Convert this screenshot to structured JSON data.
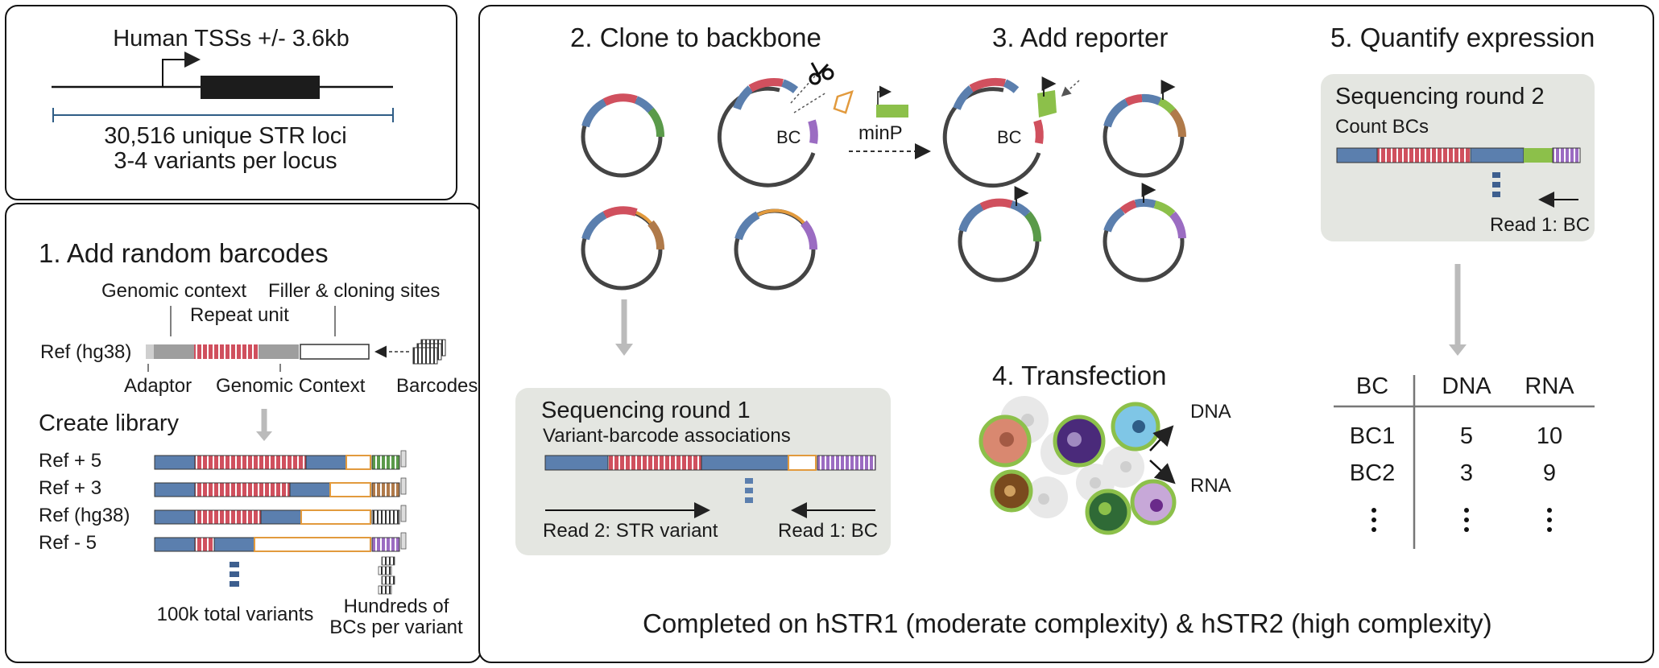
{
  "box_top": {
    "title": "Human TSSs +/- 3.6kb",
    "line1": "30,516 unique STR loci",
    "line2": "3-4 variants per locus"
  },
  "step1": {
    "title": "1. Add random barcodes",
    "genomic_context": "Genomic context",
    "filler": "Filler & cloning sites",
    "repeat_unit": "Repeat unit",
    "ref_label": "Ref (hg38)",
    "adaptor": "Adaptor",
    "genomic_context2": "Genomic Context",
    "barcodes": "Barcodes",
    "create_library": "Create library",
    "rows": [
      "Ref + 5",
      "Ref + 3",
      "Ref (hg38)",
      "Ref - 5"
    ],
    "total_variants": "100k total variants",
    "hundreds1": "Hundreds of",
    "hundreds2": "BCs per variant"
  },
  "step2": {
    "title": "2. Clone to backbone",
    "bc": "BC",
    "minp": "minP"
  },
  "step3": {
    "title": "3. Add reporter",
    "bc": "BC"
  },
  "step4": {
    "title": "4. Transfection",
    "dna": "DNA",
    "rna": "RNA"
  },
  "step5": {
    "title": "5. Quantify expression",
    "seq2_title": "Sequencing round 2",
    "seq2_sub": "Count BCs",
    "read1": "Read 1: BC",
    "table_headers": [
      "BC",
      "DNA",
      "RNA"
    ],
    "table_rows": [
      [
        "BC1",
        "5",
        "10"
      ],
      [
        "BC2",
        "3",
        "9"
      ]
    ]
  },
  "seq1": {
    "title": "Sequencing round 1",
    "sub": "Variant-barcode associations",
    "read2": "Read 2: STR variant",
    "read1": "Read 1: BC"
  },
  "footer": "Completed on hSTR1 (moderate complexity) & hSTR2 (high complexity)",
  "colors": {
    "blue": "#5b7fae",
    "red": "#d0505e",
    "green": "#8cc04a",
    "orange": "#e29a3d",
    "gray_box": "#e4e6e1",
    "purple": "#9b6cc2"
  }
}
